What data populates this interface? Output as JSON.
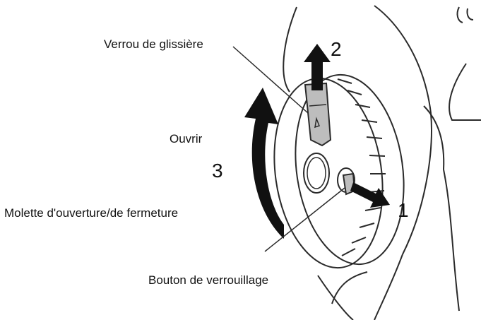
{
  "labels": {
    "slide_lock": "Verrou de glissière",
    "open": "Ouvrir",
    "dial": "Molette d'ouverture/de fermeture",
    "lock_button": "Bouton de verrouillage"
  },
  "steps": {
    "one": "1",
    "two": "2",
    "three": "3"
  },
  "colors": {
    "ink": "#111111",
    "line": "#2a2a2a",
    "fill_gray": "#bdbdbd",
    "background": "#ffffff"
  }
}
